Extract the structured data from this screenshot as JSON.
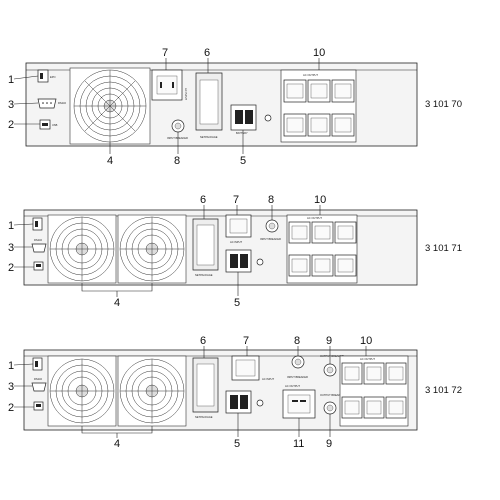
{
  "callouts": {
    "n1": "1",
    "n2": "2",
    "n3": "3",
    "n4": "4",
    "n5": "5",
    "n6": "6",
    "n7": "7",
    "n8": "8",
    "n9": "9",
    "n10": "10",
    "n11": "11"
  },
  "models": [
    "3 101 70",
    "3 101 71",
    "3 101 72"
  ],
  "panel_labels": {
    "ac_output": "AC OUTPUT",
    "ac_input": "AC INPUT",
    "input_breaker": "INPUT BREAKER",
    "output_breaker": "OUTPUT BREAKER",
    "netpackage": "NETPACKAGE",
    "battery": "BATTERY",
    "rs232": "RS232",
    "usb": "USB",
    "epo": "EPO"
  },
  "colors": {
    "line": "#222222",
    "panel": "#f4f4f4",
    "background": "#ffffff"
  }
}
